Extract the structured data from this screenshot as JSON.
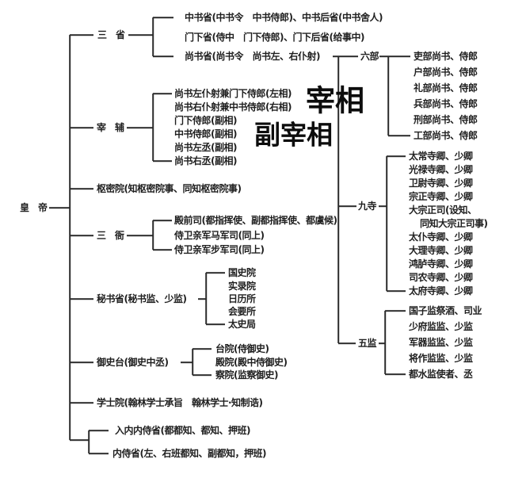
{
  "colors": {
    "ink": "#1f1f1f",
    "background": "#ffffff"
  },
  "figure": {
    "emperor": "皇　帝",
    "annotations": {
      "prime_minister": "宰相",
      "vice_prime_minister": "副宰相"
    },
    "sections": {
      "sansheng": {
        "label": "三　省",
        "items": [
          "中书省(中书令　中书侍郎)、中书后省(中书舍人)",
          "门下省(侍中　门下侍郎)、门下后省(给事中)",
          "尚书省(尚书令　尚书左、右仆射)"
        ]
      },
      "liubu": {
        "label": "六部",
        "items": [
          "吏部尚书、侍郎",
          "户部尚书、侍郎",
          "礼部尚书、侍郎",
          "兵部尚书、侍郎",
          "刑部尚书、侍郎",
          "工部尚书、侍郎"
        ]
      },
      "zaifu": {
        "label": "宰　辅",
        "items": [
          "尚书左仆射兼门下侍郎(左相)",
          "尚书右仆射兼中书侍郎(右相)",
          "门下侍郎(副相)",
          "中书侍郎(副相)",
          "尚书左丞(副相)",
          "尚书右丞(副相)"
        ]
      },
      "shumiyuan": {
        "label": "枢密院(知枢密院事、同知枢密院事)"
      },
      "sanya": {
        "label": "三　衙",
        "items": [
          "殿前司(都指挥使、副都指挥使、都虞候)",
          "侍卫亲军马军司(同上)",
          "侍卫亲军步军司(同上)"
        ]
      },
      "jiusi": {
        "label": "九寺",
        "items": [
          "太常寺卿、少卿",
          "光禄寺卿、少卿",
          "卫尉寺卿、少卿",
          "宗正寺卿、少卿",
          "大宗正司(设知、",
          "同知大宗正司事)",
          "太仆寺卿、少卿",
          "大理寺卿、少卿",
          "鸿胪寺卿、少卿",
          "司农寺卿、少卿",
          "太府寺卿、少卿"
        ]
      },
      "mishusheng": {
        "label": "秘书省(秘书监、少监)",
        "items": [
          "国史院",
          "实录院",
          "日历所",
          "会要所",
          "太史局"
        ]
      },
      "wujian": {
        "label": "五监",
        "items": [
          "国子监祭酒、司业",
          "少府监监、少监",
          "军器监监、少监",
          "将作监监、少监",
          "都水监使者、丞"
        ]
      },
      "yushitai": {
        "label": "御史台(御史中丞)",
        "items": [
          "台院(侍御史)",
          "殿院(殿中侍御史)",
          "察院(监察御史)"
        ]
      },
      "xueshiyuan": {
        "label": "学士院(翰林学士承旨　翰林学士·知制诰)"
      },
      "neishi": {
        "items": [
          "入内内侍省(都都知、都知、押班)",
          "内侍省(左、右班都知、副都知，押班)"
        ]
      }
    }
  }
}
